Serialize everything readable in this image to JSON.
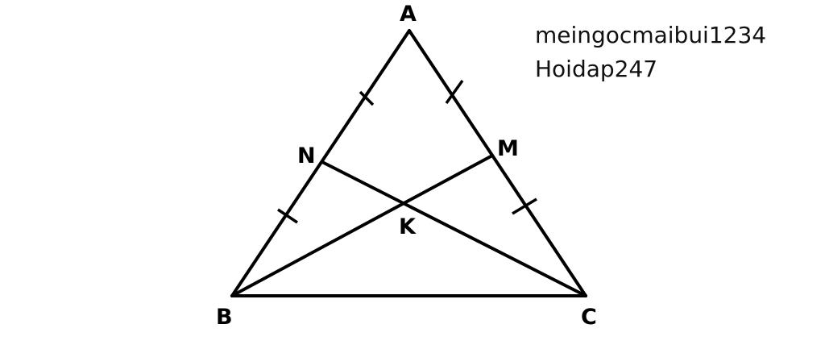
{
  "diagram": {
    "labels": {
      "A": "A",
      "B": "B",
      "C": "C",
      "M": "M",
      "N": "N",
      "K": "K"
    },
    "segments": [
      "AB",
      "AC",
      "BC",
      "BM",
      "CN"
    ],
    "equal_marks": [
      "AN",
      "NB",
      "AM",
      "MC"
    ]
  },
  "caption": {
    "line1": "meingocmaibui1234",
    "line2": "Hoidap247"
  }
}
